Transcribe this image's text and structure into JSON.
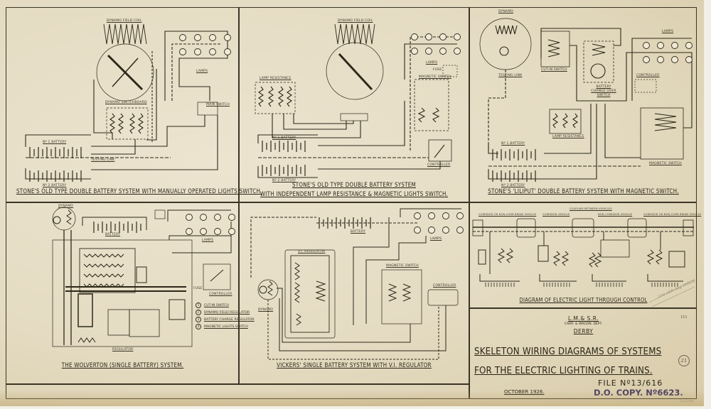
{
  "document": {
    "type": "engineering drawing",
    "colors": {
      "paper": "#e4dbc2",
      "ink": "#2b2618",
      "stamp": "#4b3f5f"
    }
  },
  "panels": [
    {
      "id": "stones-old-type-manual",
      "caption": "STONE'S OLD TYPE DOUBLE BATTERY SYSTEM WITH MANUALLY OPERATED LIGHTS SWITCH.",
      "labels": {
        "field_coil": "DYNAMO FIELD COIL",
        "switchboard": "DYNAMO SWITCHBOARD",
        "lamps": "LAMPS",
        "main_switch": "MAIN SWITCH",
        "battery1": "Nº 1 BATTERY",
        "battery2": "Nº 2 BATTERY",
        "testing": "TESTING LINK"
      }
    },
    {
      "id": "stones-old-type-magnetic",
      "caption_line1": "STONE'S OLD TYPE DOUBLE BATTERY SYSTEM",
      "caption_line2": "WITH INDEPENDENT LAMP RESISTANCE & MAGNETIC LIGHTS SWITCH.",
      "labels": {
        "field_coil": "DYNAMO FIELD COIL",
        "lamp_resistance": "LAMP RESISTANCE",
        "lamps": "LAMPS",
        "fuse": "FUSE",
        "magnetic_switch": "MAGNETIC SWITCH",
        "controller": "CONTROLLER",
        "battery1": "Nº 1 BATTERY",
        "battery2": "Nº 2 BATTERY"
      }
    },
    {
      "id": "stones-liliput",
      "caption": "STONE'S 'LILIPUT' DOUBLE BATTERY SYSTEM WITH MAGNETIC SWITCH.",
      "labels": {
        "dynamo": "DYNAMO",
        "cut_in": "CUT-IN SWITCH",
        "changeover": "BATTERY CHANGE OVER SWITCH",
        "lamps": "LAMPS",
        "controller": "CONTROLLER",
        "lamp_resistance": "LAMP RESISTANCE",
        "magnetic_switch": "MAGNETIC SWITCH",
        "battery1": "Nº 1 BATTERY",
        "battery2": "Nº 2 BATTERY",
        "testing": "TESTING LINK"
      }
    },
    {
      "id": "wolverton",
      "caption": "THE WOLVERTON (SINGLE BATTERY) SYSTEM.",
      "labels": {
        "dynamo": "DYNAMO",
        "battery": "BATTERY",
        "lamps": "LAMPS",
        "regulator": "REGULATOR",
        "controller": "CONTROLLER",
        "fuse": "FUSE"
      },
      "legend": [
        {
          "num": "1",
          "text": "CUT-IN SWITCH"
        },
        {
          "num": "2",
          "text": "DYNAMO FIELD REGULATOR"
        },
        {
          "num": "3",
          "text": "BATTERY CHARGE REGULATOR"
        },
        {
          "num": "4",
          "text": "MAGNETIC LIGHTS SWITCH"
        }
      ]
    },
    {
      "id": "vickers",
      "caption": "VICKERS' SINGLE BATTERY SYSTEM WITH V.I. REGULATOR",
      "labels": {
        "battery": "BATTERY",
        "lamps": "LAMPS",
        "regulator": "V.I. REGULATOR",
        "magnetic_switch": "MAGNETIC SWITCH",
        "controller": "CONTROLLER",
        "dynamo": "DYNAMO"
      }
    },
    {
      "id": "through-control",
      "caption": "DIAGRAM OF ELECTRIC LIGHT THROUGH CONTROL",
      "labels": {
        "v1": "CORRIDOR OR NON-CORR BRAKE VEHICLE",
        "v2": "CORRIDOR VEHICLE",
        "v3": "NON-CORRIDOR VEHICLE",
        "v4": "CORRIDOR OR NON-CORR BRAKE VEHICLE",
        "coupling": "COUPLING BETWEEN VEHICLES"
      },
      "pencil_note": "Line adds Aug 10/9/28"
    }
  ],
  "title_block": {
    "company": "L.M.& S.R.",
    "department": "CARR. & WAGON. DEPT.",
    "location": "DERBY",
    "title_line1": "SKELETON WIRING DIAGRAMS OF SYSTEMS",
    "title_line2": "FOR THE ELECTRIC LIGHTING OF TRAINS.",
    "date": "OCTOBER 1926.",
    "file_no": "FILE Nº13/616",
    "copy_no": "D.O. COPY. Nº6623.",
    "circled_mark": "21",
    "corner_mark": "151",
    "pencil_mark": "Ly Lorp"
  }
}
